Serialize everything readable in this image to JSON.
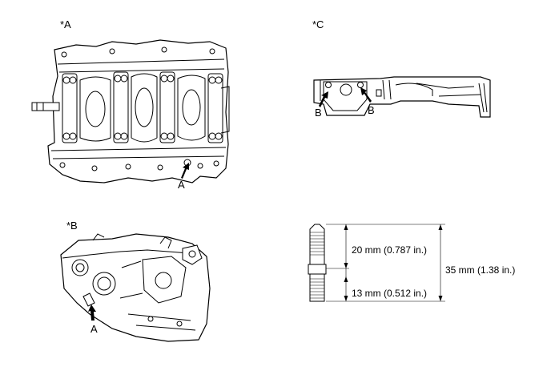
{
  "views": {
    "a": {
      "label": "*A",
      "callout": "A"
    },
    "b": {
      "label": "*B",
      "callout": "A"
    },
    "c": {
      "label": "*C",
      "callout_left": "B",
      "callout_right": "B"
    }
  },
  "dimensions": {
    "upper": "20 mm (0.787 in.)",
    "lower": "13 mm (0.512 in.)",
    "total": "35 mm (1.38 in.)"
  },
  "colors": {
    "line": "#000000",
    "background": "#ffffff",
    "shade": "#e6e6e6"
  }
}
